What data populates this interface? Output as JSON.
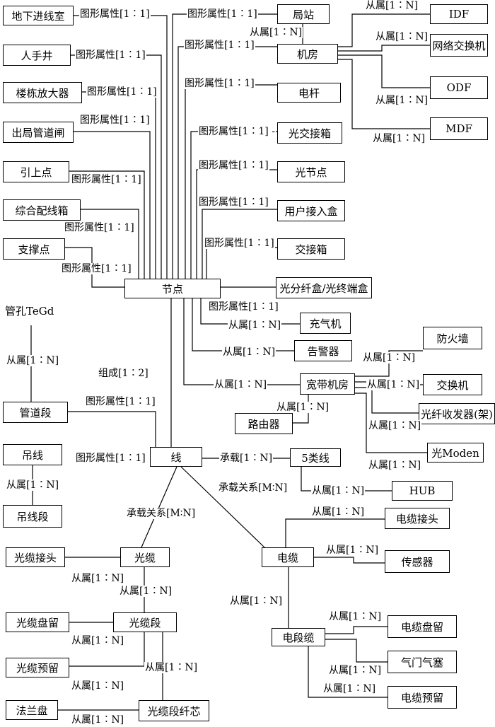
{
  "nodes": {
    "dixia": "地下进线室",
    "shoukou": "人手井",
    "loudong": "楼栋放大器",
    "chuju": "出局管道闸",
    "yinshang": "引上点",
    "zonghe": "综合配线箱",
    "zhicheng": "支撑点",
    "jiedian": "节点",
    "juzhan": "局站",
    "jifang": "机房",
    "dianxian": "电杆",
    "guangjiao": "光交接箱",
    "guangjie": "光节点",
    "yonghu": "用户接入盒",
    "jiaojie": "交接箱",
    "idf": "IDF",
    "wangluo": "网络交换机",
    "odf": "ODF",
    "mdf": "MDF",
    "guangfen": "光分纤盒/光终端盒",
    "chongqi": "充气机",
    "gaojing": "告警器",
    "kuandai": "宽带机房",
    "fanghuo": "防火墙",
    "jiaohuan": "交换机",
    "guangxian": "光纤收发器(架)",
    "luyou": "路由器",
    "moden": "光Moden",
    "guankong": "管孔TeGd",
    "guandao": "管道段",
    "diaoxian": "吊线",
    "diaoduan": "吊线段",
    "xian": "线",
    "leixian": "5类线",
    "hub": "HUB",
    "dianlanjt": "电缆接头",
    "chuanganqi": "传感器",
    "dianlan": "电缆",
    "guanglan": "光缆",
    "guanglanjt": "光缆接头",
    "guanglanduan": "光缆段",
    "glpanliu": "光缆盘留",
    "glyuliu": "光缆预留",
    "falan": "法兰盘",
    "xinxin": "光缆段纤芯",
    "dianduan": "电段缆",
    "dlpanliu": "电缆盘留",
    "qimen": "气门气塞",
    "dlyuliu": "电缆预留"
  },
  "relations": {
    "graphic_attr": "图形属性[1∶1]",
    "graphic_attr_dash": "图形属性[1∶1] -",
    "belongs": "从属[1∶N]",
    "composed": "组成[1∶2]",
    "carries": "承载[1∶N]",
    "carry_rel": "承载关系[M∶N]",
    "carry_rel_2": "承载关系[M∶N]"
  }
}
